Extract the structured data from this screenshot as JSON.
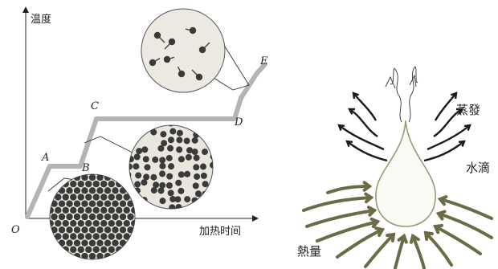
{
  "left_panel": {
    "y_axis_label": "温度",
    "x_axis_label": "加热时间",
    "points": {
      "o": "O",
      "a": "A",
      "b": "B",
      "c": "C",
      "d": "D",
      "e": "E"
    }
  },
  "right_panel": {
    "label_evaporation": "蒸發",
    "label_droplet": "水滴",
    "label_heat": "熱量"
  },
  "colors": {
    "curve": "#b4b4b4",
    "particle": "#3a3a3a",
    "circle_fill": "#e9e6de",
    "vapor_arrow": "#1a1a1a",
    "heat_arrow": "#6b6b45",
    "droplet_outline": "#9a9a7a"
  }
}
